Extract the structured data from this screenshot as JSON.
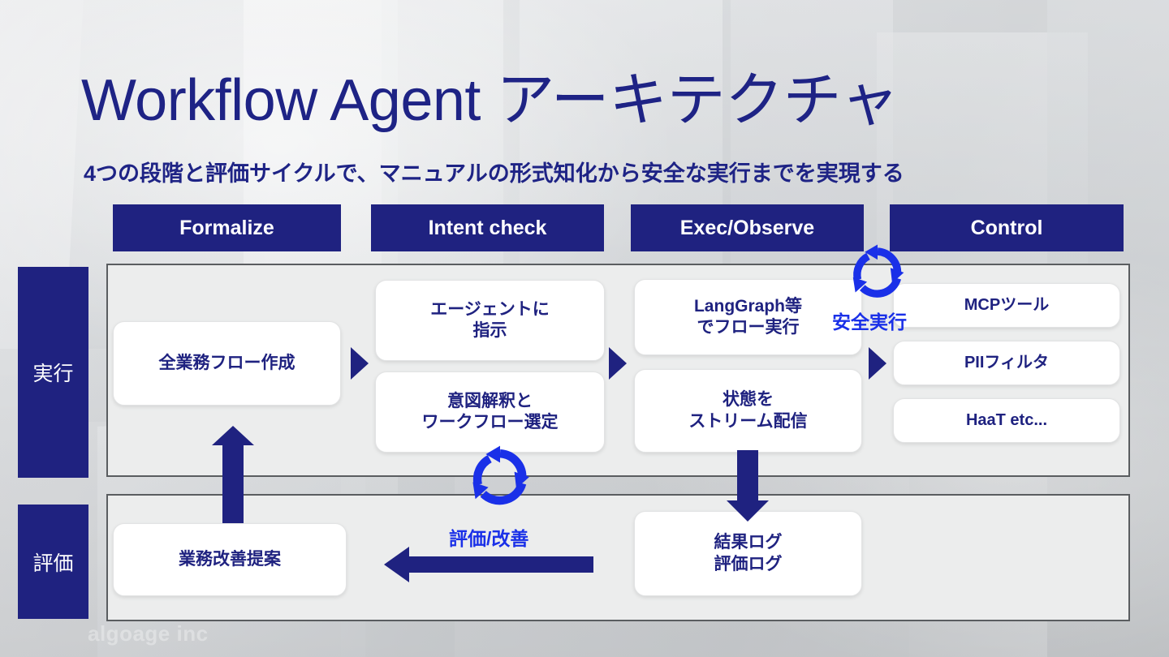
{
  "slide": {
    "title": "Workflow Agent アーキテクチャ",
    "subtitle": "4つの段階と評価サイクルで、マニュアルの形式知化から安全な実行までを実現する",
    "watermark": "algoage inc"
  },
  "colors": {
    "navy": "#1f2280",
    "title_navy": "#1e2385",
    "bright_blue": "#1a30e8",
    "panel_fill": "#eceded",
    "panel_border": "#5a5d60",
    "card_fill": "#ffffff",
    "background": "#d2d4d6"
  },
  "columns": [
    {
      "label": "Formalize"
    },
    {
      "label": "Intent check"
    },
    {
      "label": "Exec/Observe"
    },
    {
      "label": "Control"
    }
  ],
  "rows": [
    {
      "label": "実行"
    },
    {
      "label": "評価"
    }
  ],
  "cards": {
    "flow_creation": "全業務フロー作成",
    "agent_instruction": "エージェントに\n指示",
    "intent_workflow": "意図解釈と\nワークフロー選定",
    "langgraph_exec": "LangGraph等\nでフロー実行",
    "state_stream": "状態を\nストリーム配信",
    "mcp_tool": "MCPツール",
    "pii_filter": "PIIフィルタ",
    "haat_etc": "HaaT etc...",
    "improvement": "業務改善提案",
    "logs": "結果ログ\n評価ログ"
  },
  "cycles": {
    "safe_exec": "安全実行",
    "eval_improve": "評価/改善"
  },
  "icons": {
    "cycle": "refresh-cycle-icon",
    "chevron": "chevron-right-icon",
    "arrow_up": "arrow-up-icon",
    "arrow_down": "arrow-down-icon",
    "arrow_left": "arrow-left-icon"
  }
}
